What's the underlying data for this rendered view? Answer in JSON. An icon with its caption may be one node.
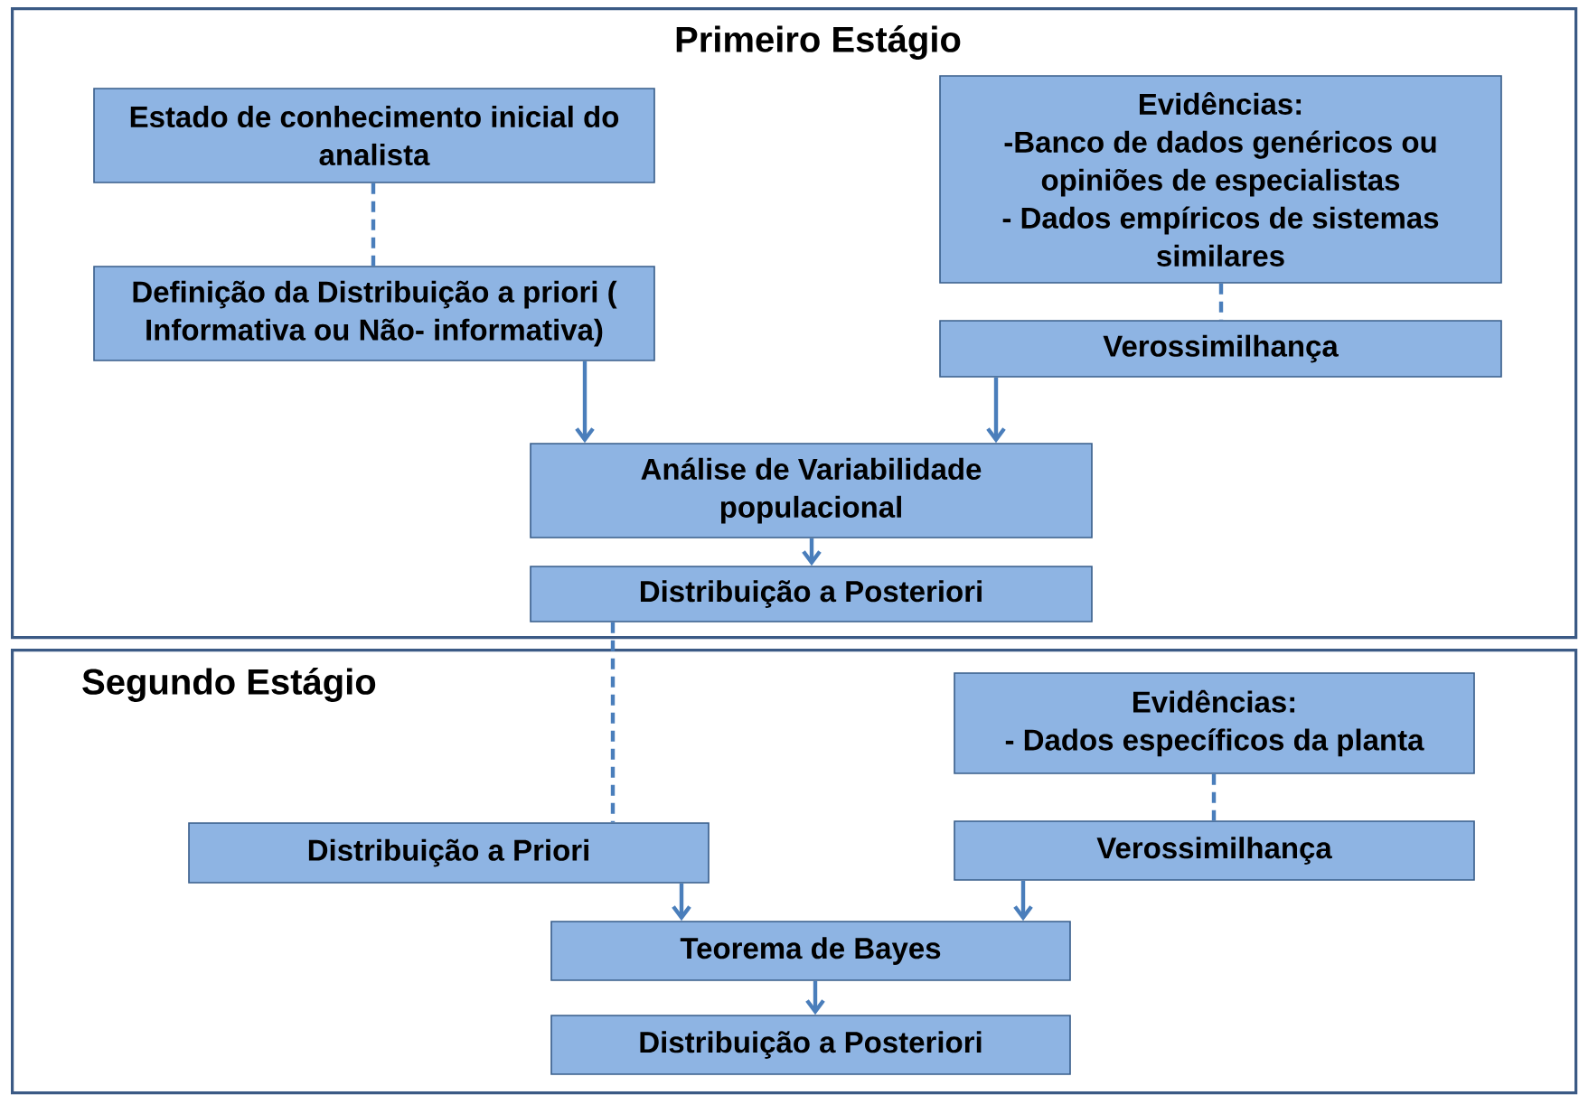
{
  "diagram": {
    "nodes": [
      {
        "text": [
          "Primeiro Estágio"
        ]
      },
      {
        "text": [
          "Estado de conhecimento inicial do analista"
        ],
        "in": 0
      },
      {
        "text": [
          "Definição da Distribuição a priori ( Informativa ou Não- informativa)"
        ],
        "in": 0
      },
      {
        "text": [
          "Evidências:",
          "-Banco de dados genéricos ou opiniões de especialistas",
          "- Dados empíricos de sistemas similares"
        ],
        "in": 0
      },
      {
        "text": [
          "Verossimilhança"
        ],
        "in": 0
      },
      {
        "text": [
          "Análise de Variabilidade populacional"
        ],
        "in": 0
      },
      {
        "text": [
          "Distribuição a Posteriori"
        ],
        "in": 0
      },
      {
        "text": [
          "Segundo Estágio"
        ]
      },
      {
        "text": [
          "Evidências:",
          "- Dados específicos da planta"
        ],
        "in": 7
      },
      {
        "text": [
          "Distribuição a Priori"
        ],
        "in": 7
      },
      {
        "text": [
          "Verossimilhança"
        ],
        "in": 7
      },
      {
        "text": [
          "Teorema de Bayes"
        ],
        "in": 7
      },
      {
        "text": [
          "Distribuição a Posteriori"
        ],
        "in": 7
      }
    ],
    "edges": [
      {
        "from": 1,
        "to": 2,
        "arrow": "none",
        "style": "dashed"
      },
      {
        "from": 3,
        "to": 4,
        "arrow": "none",
        "style": "dashed"
      },
      {
        "from": 2,
        "to": 5,
        "arrow": "to"
      },
      {
        "from": 4,
        "to": 5,
        "arrow": "to"
      },
      {
        "from": 5,
        "to": 6,
        "arrow": "to"
      },
      {
        "from": 6,
        "to": 9,
        "arrow": "none",
        "style": "dashed"
      },
      {
        "from": 8,
        "to": 10,
        "arrow": "none",
        "style": "dashed"
      },
      {
        "from": 9,
        "to": 11,
        "arrow": "to"
      },
      {
        "from": 10,
        "to": 11,
        "arrow": "to"
      },
      {
        "from": 11,
        "to": 12,
        "arrow": "to"
      }
    ]
  }
}
